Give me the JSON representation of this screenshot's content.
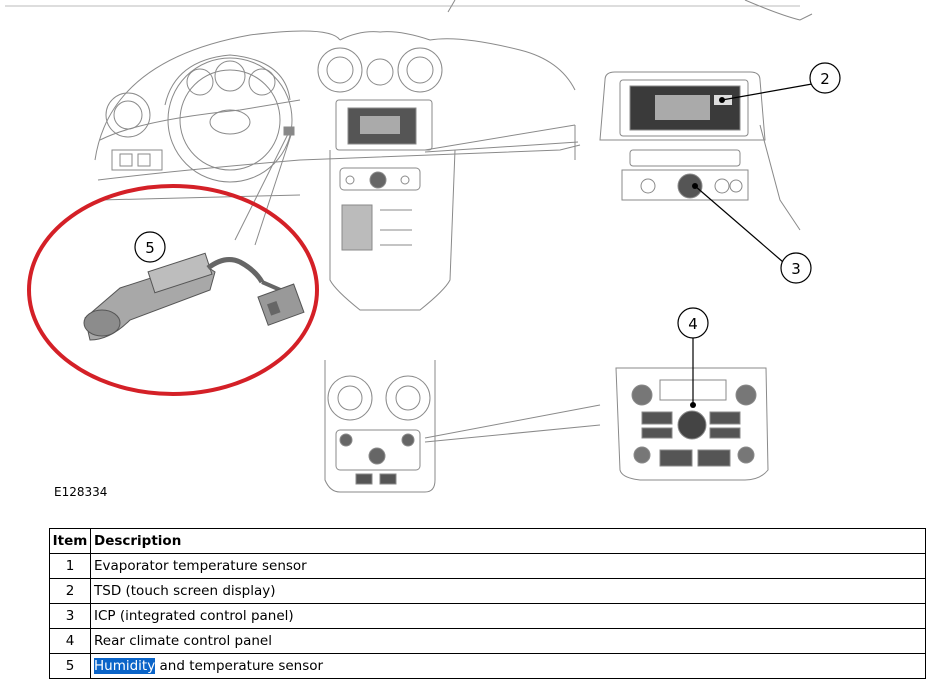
{
  "figure": {
    "id": "E128334",
    "callouts": [
      "2",
      "3",
      "4",
      "5"
    ]
  },
  "table": {
    "headers": {
      "item": "Item",
      "description": "Description"
    },
    "rows": [
      {
        "item": "1",
        "description": "Evaporator temperature sensor"
      },
      {
        "item": "2",
        "description": "TSD (touch screen display)"
      },
      {
        "item": "3",
        "description": "ICP (integrated control panel)"
      },
      {
        "item": "4",
        "description": "Rear climate control panel"
      },
      {
        "item": "5",
        "description_highlight": "Humidity",
        "description_rest": " and temperature sensor"
      }
    ]
  },
  "colors": {
    "highlight_ring": "#d42027",
    "selection": "#0a64c8",
    "line_art": "#8a8a8a"
  }
}
